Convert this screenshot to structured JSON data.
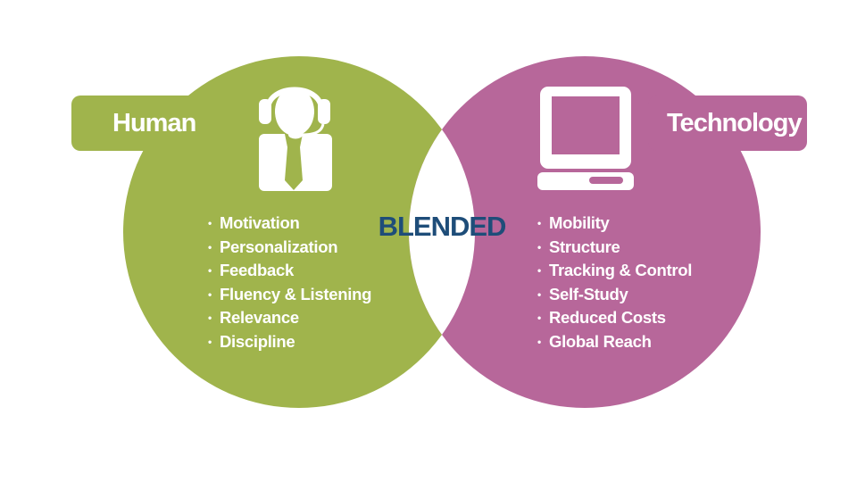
{
  "colors": {
    "human": "#a0b44c",
    "technology": "#b7679a",
    "blended_text": "#1e4d79",
    "overlap": "#ffffff"
  },
  "human": {
    "label": "Human",
    "icon": "headset-person-icon",
    "items": [
      "Motivation",
      "Personalization",
      "Feedback",
      "Fluency & Listening",
      "Relevance",
      "Discipline"
    ]
  },
  "technology": {
    "label": "Technology",
    "icon": "computer-monitor-icon",
    "items": [
      "Mobility",
      "Structure",
      "Tracking & Control",
      "Self-Study",
      "Reduced Costs",
      "Global Reach"
    ]
  },
  "center": {
    "title": "BLENDED"
  }
}
